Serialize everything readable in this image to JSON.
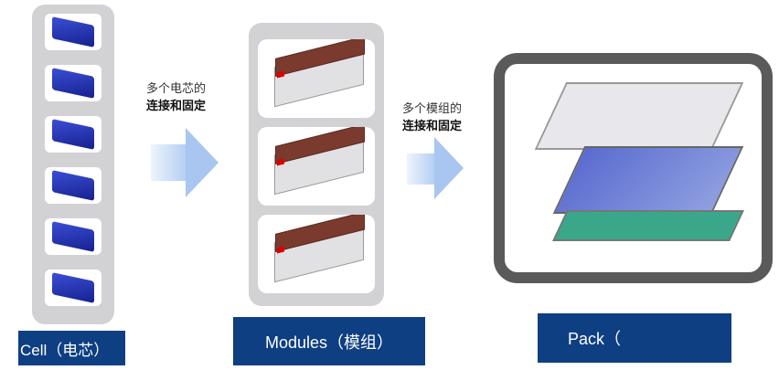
{
  "stages": [
    {
      "label": "Cell（电芯）"
    },
    {
      "label": "Modules（模组）"
    },
    {
      "label": "Pack（"
    }
  ],
  "transitions": [
    {
      "line1": "多个电芯的",
      "line2": "连接和固定"
    },
    {
      "line1": "多个模组的",
      "line2": "连接和固定"
    }
  ],
  "colors": {
    "label_bg": "#0e3f82",
    "arrow": "#a9c6f0",
    "frame": "#555555"
  }
}
